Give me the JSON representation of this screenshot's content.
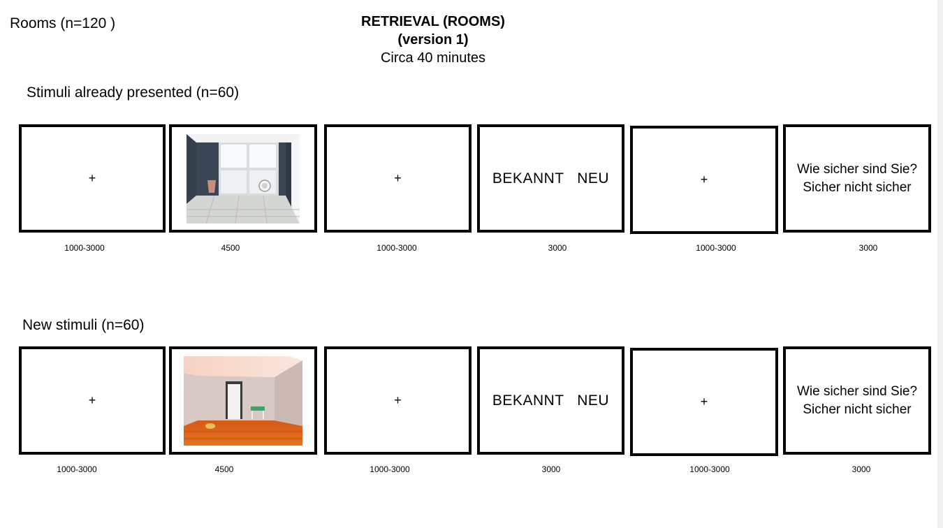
{
  "header": {
    "top_left": "Rooms (n=120 )",
    "title_line1": "RETRIEVAL (ROOMS)",
    "title_line2": "(version 1)",
    "title_line3": "Circa 40 minutes"
  },
  "rows": [
    {
      "label": "Stimuli already presented (n=60)",
      "frames": {
        "fixation1": "+",
        "image": "room-photo-blue-walls",
        "fixation2": "+",
        "answer": "BEKANNT   NEU",
        "fixation3": "+",
        "confidence_q": "Wie sicher sind Sie?",
        "confidence_a": "Sicher nicht sicher"
      },
      "durations": [
        "1000-3000",
        "4500",
        "1000-3000",
        "3000",
        "1000-3000",
        "3000"
      ]
    },
    {
      "label": "New stimuli (n=60)",
      "frames": {
        "fixation1": "+",
        "image": "room-photo-wooden-floor",
        "fixation2": "+",
        "answer": "BEKANNT   NEU",
        "fixation3": "+",
        "confidence_q": "Wie sicher sind Sie?",
        "confidence_a": "Sicher nicht sicher"
      },
      "durations": [
        "1000-3000",
        "4500",
        "1000-3000",
        "3000",
        "1000-3000",
        "3000"
      ]
    }
  ],
  "colors": {
    "frame_border": "#000000",
    "background": "#ffffff"
  }
}
